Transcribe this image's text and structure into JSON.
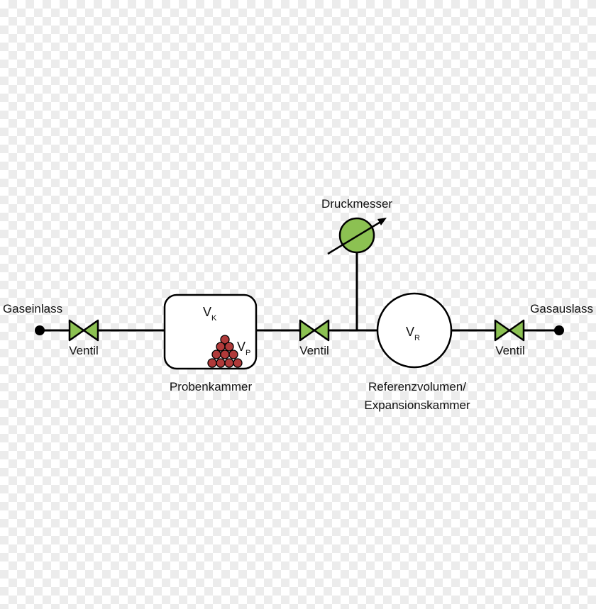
{
  "diagram": {
    "labels": {
      "inlet": "Gaseinlass",
      "outlet": "Gasauslass",
      "valve_left": "Ventil",
      "valve_middle": "Ventil",
      "valve_right": "Ventil",
      "pressure_gauge": "Druckmesser",
      "sample_chamber": "Probenkammer",
      "reference_line1": "Referenzvolumen/",
      "reference_line2": "Expansionskammer"
    },
    "symbols": {
      "chamber_volume": {
        "main": "V",
        "sub": "K"
      },
      "particle_volume": {
        "main": "V",
        "sub": "P"
      },
      "reference_volume": {
        "main": "V",
        "sub": "R"
      }
    },
    "colors": {
      "valve_fill": "#8cc152",
      "gauge_fill": "#8cc152",
      "particle_fill": "#b03a3a",
      "line": "#000000"
    }
  }
}
